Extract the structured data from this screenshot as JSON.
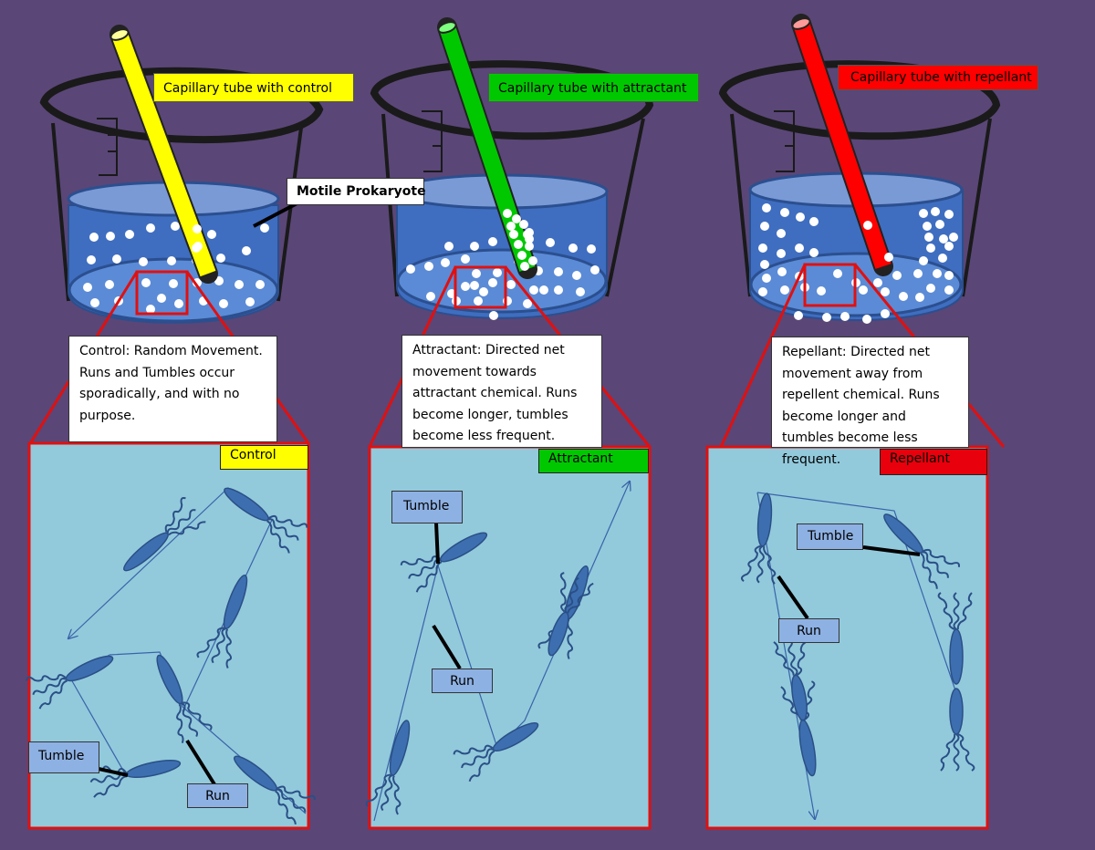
{
  "colors": {
    "background": "#5a4677",
    "control": "#ffff00",
    "attractant": "#00c800",
    "repellant": "#ff0000",
    "water": "#4a80c8",
    "panel": "#92cadc",
    "bacterium": "#3d6fb0"
  },
  "icons": [
    "beaker-icon",
    "capillary-tube-icon",
    "bacterium-icon",
    "run-arrow-icon"
  ],
  "tube_labels": {
    "control": "Capillary tube with control",
    "attractant": "Capillary tube with attractant",
    "repellant": "Capillary tube with repellant"
  },
  "motile_label": "Motile Prokaryote",
  "descriptions": {
    "control": "Control: Random Movement. Runs and Tumbles occur sporadically, and with no purpose.",
    "attractant": "Attractant:  Directed net movement towards attractant chemical. Runs become longer, tumbles become less frequent.",
    "repellant": "Repellant: Directed net movement away from repellent chemical. Runs become longer and tumbles become less frequent."
  },
  "panel_tags": {
    "control": "Control",
    "attractant": "Attractant",
    "repellant": "Repellant"
  },
  "callouts": {
    "tumble": "Tumble",
    "run": "Run"
  }
}
